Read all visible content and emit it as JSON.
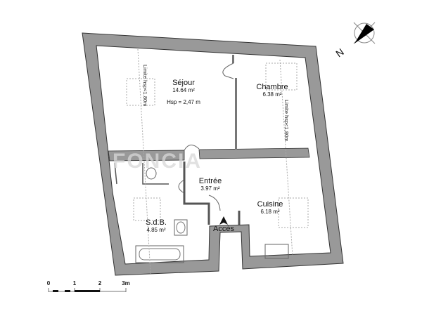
{
  "watermark": "FONCIA",
  "rooms": [
    {
      "name": "Séjour",
      "area": "14.64 m²",
      "extra": "Hsp = 2,47 m"
    },
    {
      "name": "Chambre",
      "area": "6.38 m²"
    },
    {
      "name": "Entrée",
      "area": "3.97 m²"
    },
    {
      "name": "S.d.B.",
      "area": "4.85 m²"
    },
    {
      "name": "Cuisine",
      "area": "6.18 m²"
    }
  ],
  "height_limits": [
    "Limite hsp<1.80m",
    "Limite hsp<1.80m"
  ],
  "access_label": "Accès",
  "compass": {
    "label": "N"
  },
  "scale_bar": {
    "ticks": [
      "0",
      "1",
      "2",
      "3m"
    ]
  },
  "colors": {
    "wall": "#999999",
    "wall_stroke": "#333333",
    "background": "#ffffff"
  }
}
